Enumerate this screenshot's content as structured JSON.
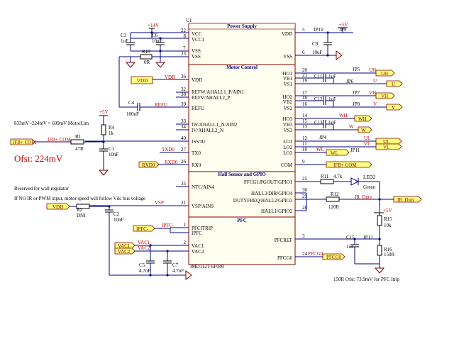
{
  "chip": {
    "ref": "U1",
    "part": "IMD112T-6F040",
    "sections": [
      "Power Supply",
      "Motor Control",
      "Hall Sensor and GPIO",
      "PFC"
    ]
  },
  "pins": {
    "vcc": {
      "num": "22",
      "name": "VCC"
    },
    "vcc1": {
      "num": "8",
      "name": "VCC1"
    },
    "vss7": {
      "num": "7",
      "name": "VSS"
    },
    "vss23": {
      "num": "23",
      "name": "VSS"
    },
    "vdd36": {
      "num": "36",
      "name": "VDD"
    },
    "refw": {
      "num": "32",
      "name": "REFW/AHALL1_P/AIN1"
    },
    "refv": {
      "num": "38",
      "name": "REFV/AHALL2_P"
    },
    "refu": {
      "num": "39",
      "name": "REFU"
    },
    "iw": {
      "num": "33",
      "name": "IW/AHALL1_N/AIN2"
    },
    "iv": {
      "num": "34",
      "name": "IV/AHALL2_N"
    },
    "iss": {
      "num": "40",
      "name": "ISS/IU"
    },
    "tx": {
      "num": "27",
      "name": "TX0"
    },
    "rx": {
      "num": "26",
      "name": "RX0"
    },
    "ntc": {
      "num": "35",
      "name": "NTC/AIN4"
    },
    "vsp": {
      "num": "31",
      "name": "VSP/AIN0"
    },
    "pfctrip": {
      "num": "1",
      "name": "PFCITRIP"
    },
    "ipfc": {
      "num": "",
      "name": "IPFC"
    },
    "vac1": {
      "num": "2",
      "name": "VAC1"
    },
    "vac2": {
      "num": "",
      "name": "VAC2"
    },
    "vdd5": {
      "num": "5",
      "name": "VDD"
    },
    "vss6": {
      "num": "6",
      "name": "VSS"
    },
    "ho1": {
      "num": "20",
      "name": "HO1"
    },
    "vb1": {
      "num": "21",
      "name": "VB1"
    },
    "vs1": {
      "num": "19",
      "name": "VS1"
    },
    "ho2": {
      "num": "17",
      "name": "HO2"
    },
    "vb2": {
      "num": "18",
      "name": "VB2"
    },
    "vs2": {
      "num": "16",
      "name": "VS2"
    },
    "ho3": {
      "num": "14",
      "name": "HO3"
    },
    "vb3": {
      "num": "15",
      "name": "VB3"
    },
    "vs3": {
      "num": "13",
      "name": "VS3"
    },
    "lo1": {
      "num": "12",
      "name": "LO1"
    },
    "lo2": {
      "num": "11",
      "name": "LO2"
    },
    "lo3": {
      "num": "10",
      "name": "LO3"
    },
    "com": {
      "num": "9",
      "name": "COM"
    },
    "gpio1": {
      "num": "25",
      "name": "PFCG1/PGOUT/GPIO1"
    },
    "gpio4": {
      "num": "30",
      "name": "HALL3/DIR/GPIO4"
    },
    "gpio3": {
      "num": "29",
      "name": "DUTYFREQ/HALL2/GPIO3"
    },
    "gpio2": {
      "num": "28",
      "name": "HALL1/GPIO2"
    },
    "pfcref": {
      "num": "3",
      "name": "PFCREF"
    },
    "pfcg0": {
      "num": "24",
      "name": "PFCG0"
    }
  },
  "components": {
    "c3": {
      "ref": "C3",
      "val": "1uF"
    },
    "c6": {
      "ref": "C6",
      "val": "10uF"
    },
    "r18": {
      "ref": "R18",
      "val": "0R"
    },
    "c4": {
      "ref": "C4",
      "val": "100nF"
    },
    "r4": {
      "ref": "R4",
      "val": "1k"
    },
    "r1": {
      "ref": "R1",
      "val": "47R"
    },
    "c1": {
      "ref": "C1",
      "val": "10nF"
    },
    "r2": {
      "ref": "R2",
      "val": "DNI"
    },
    "c2": {
      "ref": "C2",
      "val": "10nF"
    },
    "c5": {
      "ref": "C5",
      "val": "4.7nF"
    },
    "c7": {
      "ref": "C7",
      "val": "4.7nF"
    },
    "c9": {
      "ref": "C9",
      "val": "10uF"
    },
    "c11": {
      "ref": "C11",
      "val": "1uF"
    },
    "c12": {
      "ref": "C12",
      "val": "1uF"
    },
    "c13": {
      "ref": "C13",
      "val": "1uF"
    },
    "r11": {
      "ref": "R11",
      "val": "4.7k"
    },
    "led2": {
      "ref": "LED2",
      "val": "Green"
    },
    "r12": {
      "ref": "R12",
      "val": "120R"
    },
    "r15": {
      "ref": "R15",
      "val": "10k"
    },
    "c15": {
      "ref": "C15",
      "val": "1uF"
    },
    "r16": {
      "ref": "R16",
      "val": "150R"
    }
  },
  "jumpers": [
    "JP10",
    "JP9",
    "JP5",
    "JP6",
    "JP7",
    "JP8",
    "JP4",
    "JP11",
    "JP12"
  ],
  "nets": {
    "p14v": "+14V",
    "p5v": "+5V",
    "vdd": "VDD",
    "refu": "REFU",
    "com": "IFB+ COM",
    "txd0": "TXD0",
    "rxd0": "RXD0",
    "vsp": "VSP",
    "ipfc": "IPFC-",
    "vac1": "VAC1",
    "vac2": "VAC2",
    "pfcg0": "PFCG0",
    "ir_duty": "IR_Duty",
    "uh": "UH",
    "u": "U",
    "vh": "VH",
    "v": "V",
    "wh": "WH",
    "w": "W",
    "ul": "UL",
    "vl": "VL",
    "wl": "WL"
  },
  "flags": {
    "vdd": "VDD",
    "ifb_com_left": "IFB+ COM",
    "rxd0": "RXD0",
    "vdd2": "VDD",
    "ipfc": "IPFC-",
    "vac1": "VAC1",
    "vac2": "VAC2",
    "uh": "UH",
    "u": "U",
    "vh": "VH",
    "v": "V",
    "wh": "WH",
    "w": "W",
    "ul": "UL",
    "vl": "VL",
    "wl": "WL",
    "ifb_com_right": "IFB+ COM",
    "ir_duty": "IR_Duty",
    "pfcg0": "PFCG0"
  },
  "notes": {
    "motorlim": "833mV -224mV = 609mV MotorLim",
    "ofst": "Ofst: 224mV",
    "reserved1": "Reserved for wall regulator",
    "reserved2": "If NO IR or PWM input, motor speed will follow Vdc bus voltage",
    "pfc_trip": "150R Ofst: 73.9mV for PFC Itrip"
  }
}
